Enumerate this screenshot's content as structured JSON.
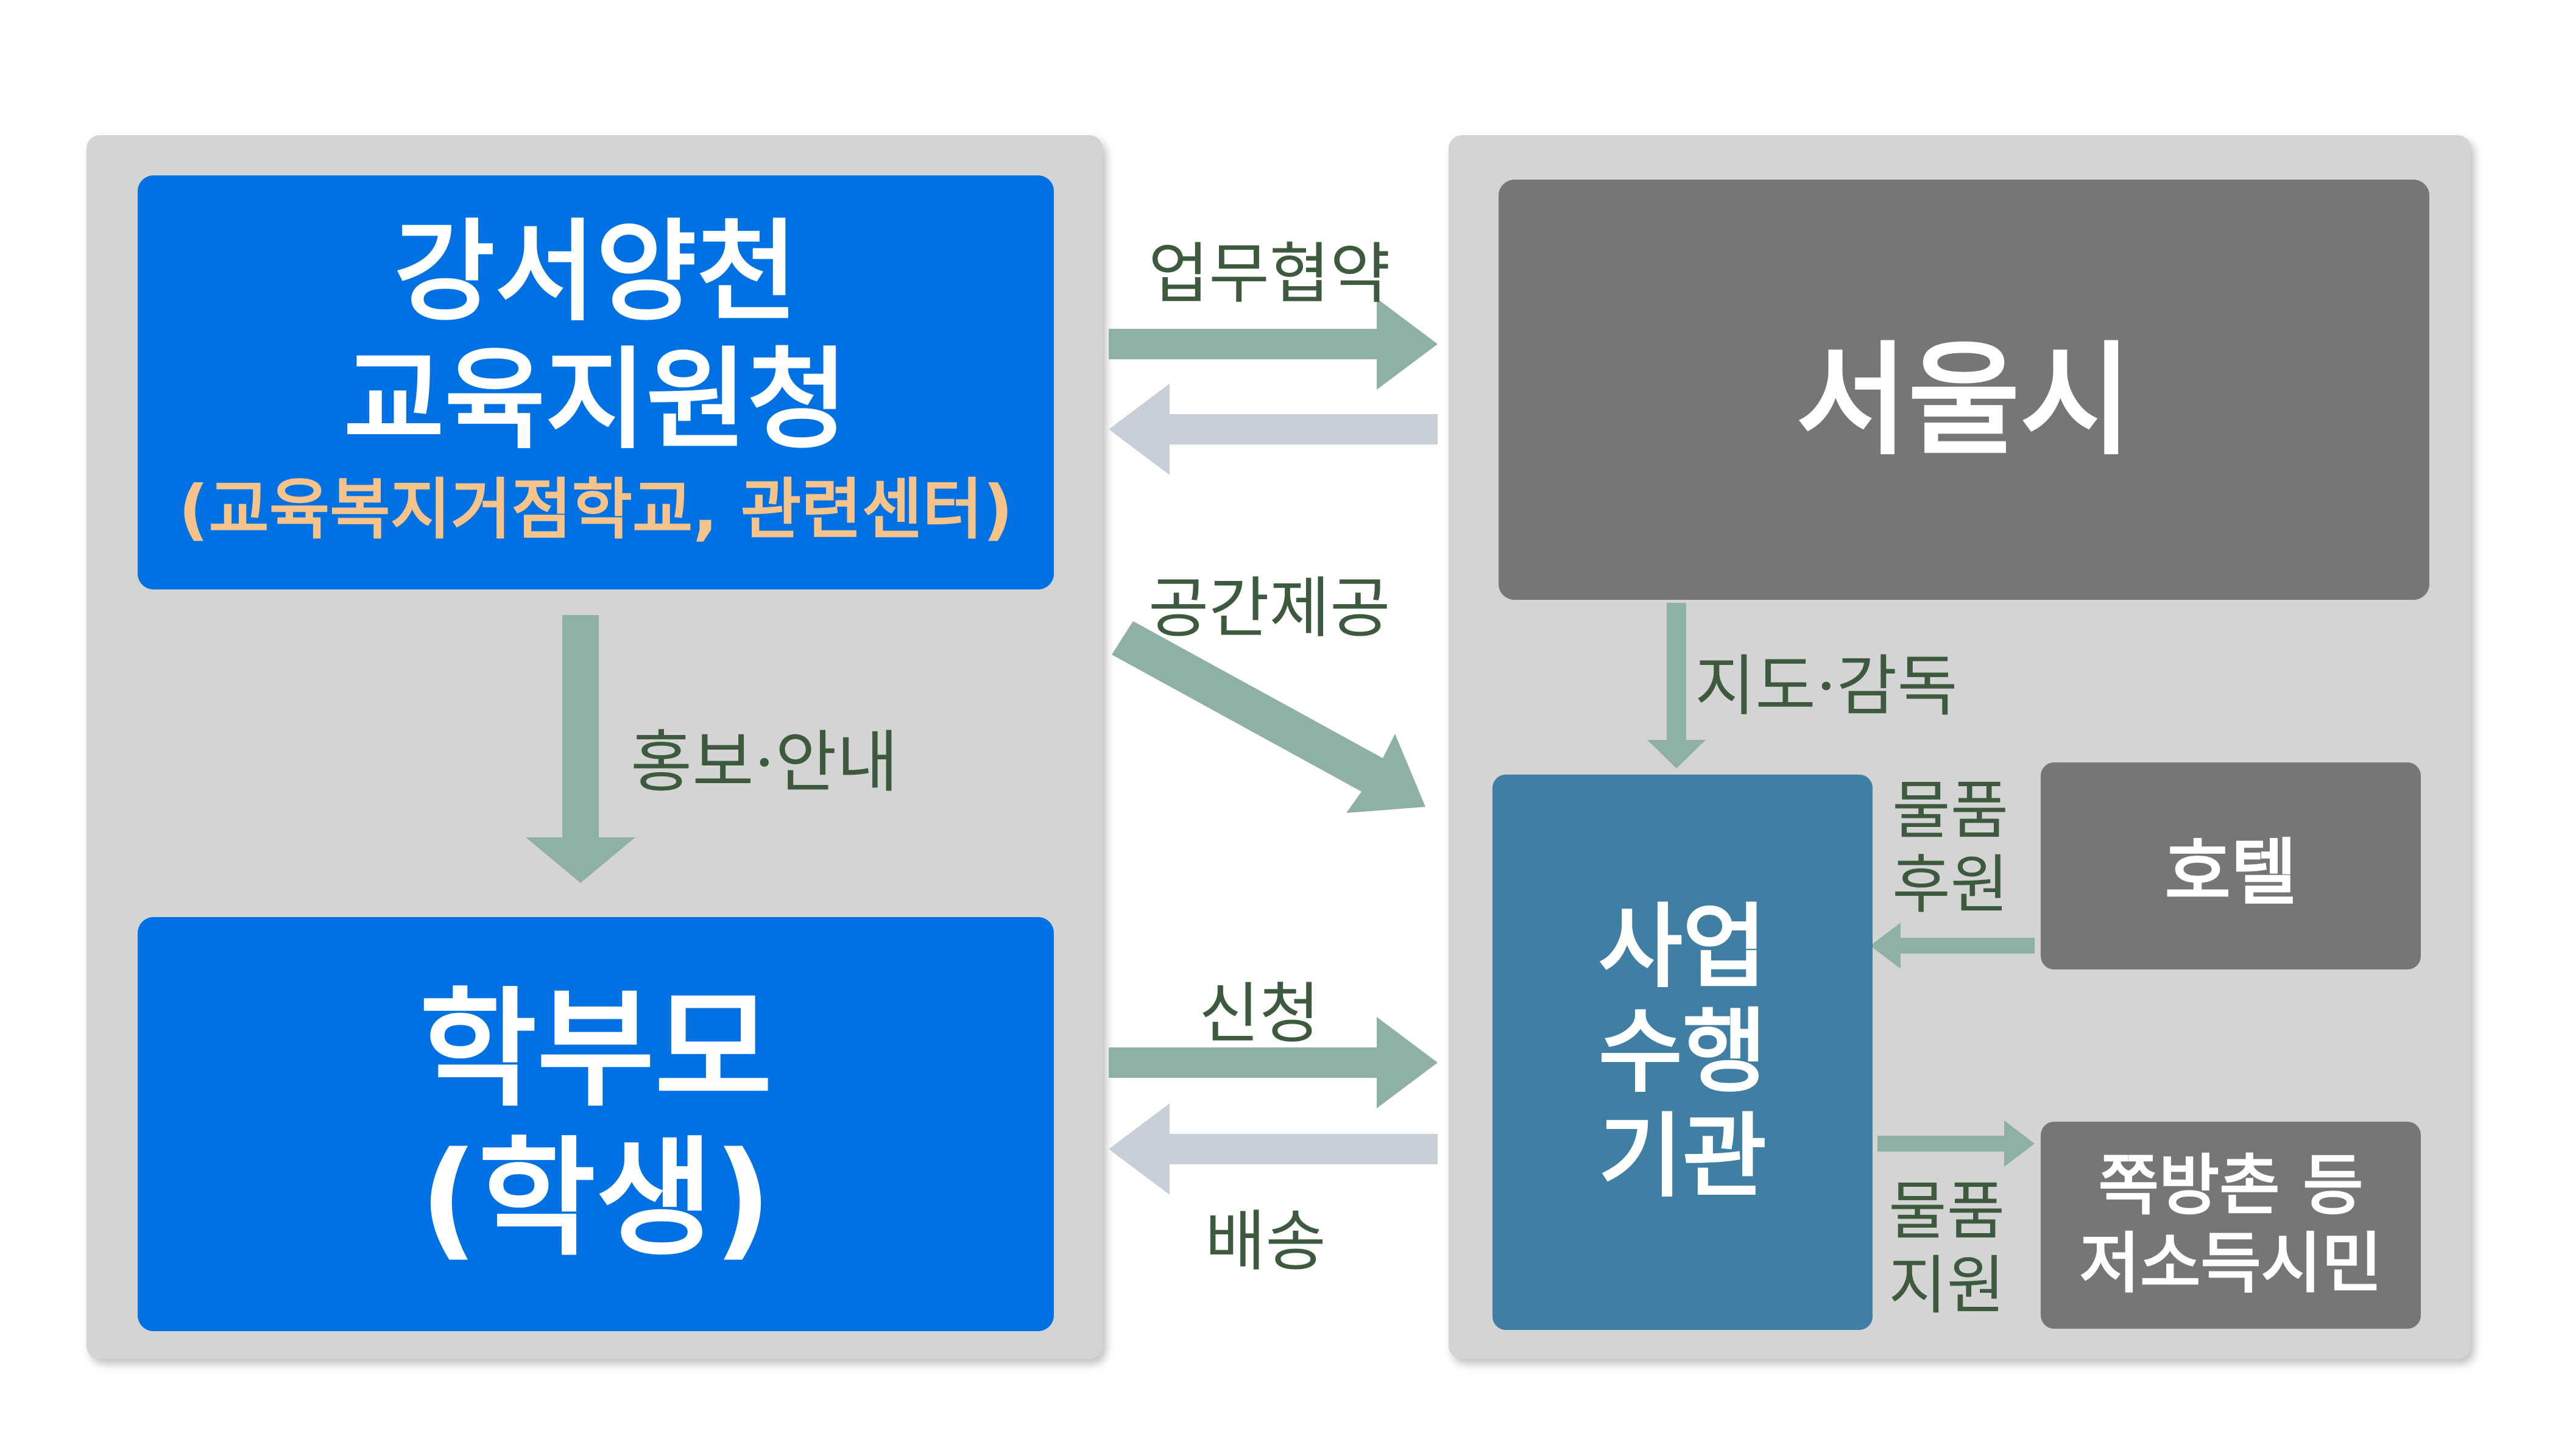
{
  "left_panel": {
    "top_box": {
      "title_line1": "강서양천",
      "title_line2": "교육지원청",
      "subtitle": "(교육복지거점학교, 관련센터)",
      "subtitle_color": "#f6c48a"
    },
    "bottom_box": {
      "line1": "학부모",
      "line2": "(학생)"
    },
    "arrow_label": "홍보·안내"
  },
  "right_panel": {
    "seoul_box": "서울시",
    "agency_box": {
      "line1": "사업",
      "line2": "수행",
      "line3": "기관"
    },
    "hotel_box": "호텔",
    "lowincome_box": {
      "line1": "쪽방촌 등",
      "line2": "저소득시민"
    },
    "supervision_label": "지도·감독",
    "hotel_label": {
      "line1": "물품",
      "line2": "후원"
    },
    "lowincome_label": {
      "line1": "물품",
      "line2": "지원"
    }
  },
  "middle_labels": {
    "agreement": "업무협약",
    "space": "공간제공",
    "apply": "신청",
    "delivery": "배송"
  },
  "colors": {
    "blue_box": "#0071e3",
    "gray_box": "#767676",
    "teal_box": "#3f7fa3",
    "panel": "#d4d4d4",
    "arrow_green": "#8fb0a4",
    "arrow_light": "#c7d0d8",
    "label_text": "#3e5a3e"
  }
}
